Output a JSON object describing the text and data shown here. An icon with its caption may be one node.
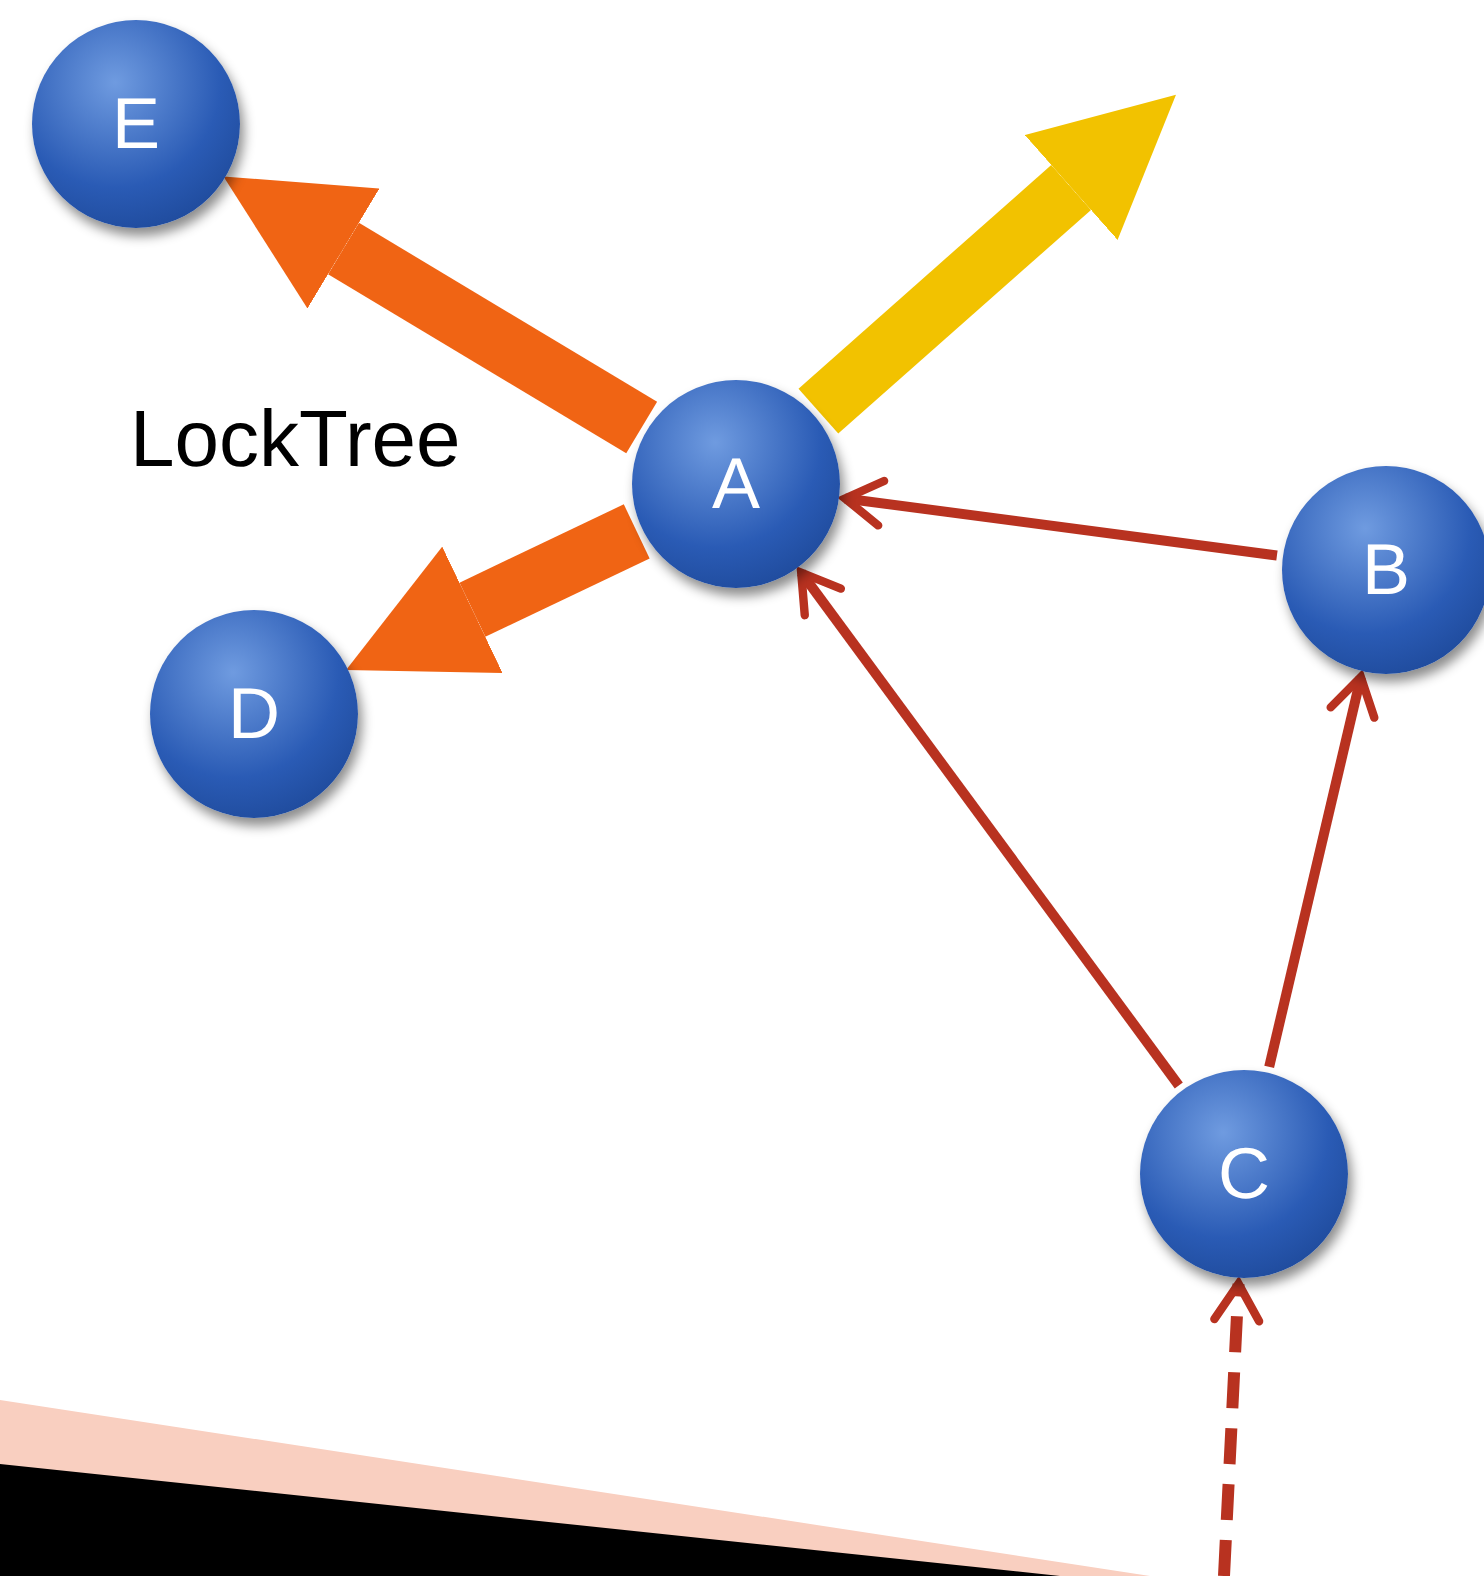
{
  "diagram": {
    "nodes": [
      {
        "text": [
          "E"
        ]
      },
      {
        "text": [
          "A"
        ]
      },
      {
        "text": [
          "B"
        ]
      },
      {
        "text": [
          "D"
        ]
      },
      {
        "text": [
          "C"
        ]
      }
    ],
    "edges": [
      {
        "from": 1,
        "to": 0,
        "arrow": "to",
        "style": "thick",
        "color": "#f06414"
      },
      {
        "from": 1,
        "to": 3,
        "arrow": "to",
        "style": "thick",
        "color": "#f06414"
      },
      {
        "from": 1,
        "to": null,
        "arrow": "to",
        "style": "thick",
        "color": "#f2c200"
      },
      {
        "from": 2,
        "to": 1,
        "arrow": "to"
      },
      {
        "from": 4,
        "to": 1,
        "arrow": "to"
      },
      {
        "from": 4,
        "to": 2,
        "arrow": "to"
      },
      {
        "from": null,
        "to": 4,
        "arrow": "to",
        "style": "dashed"
      }
    ],
    "labels": [
      "LockTree"
    ]
  }
}
